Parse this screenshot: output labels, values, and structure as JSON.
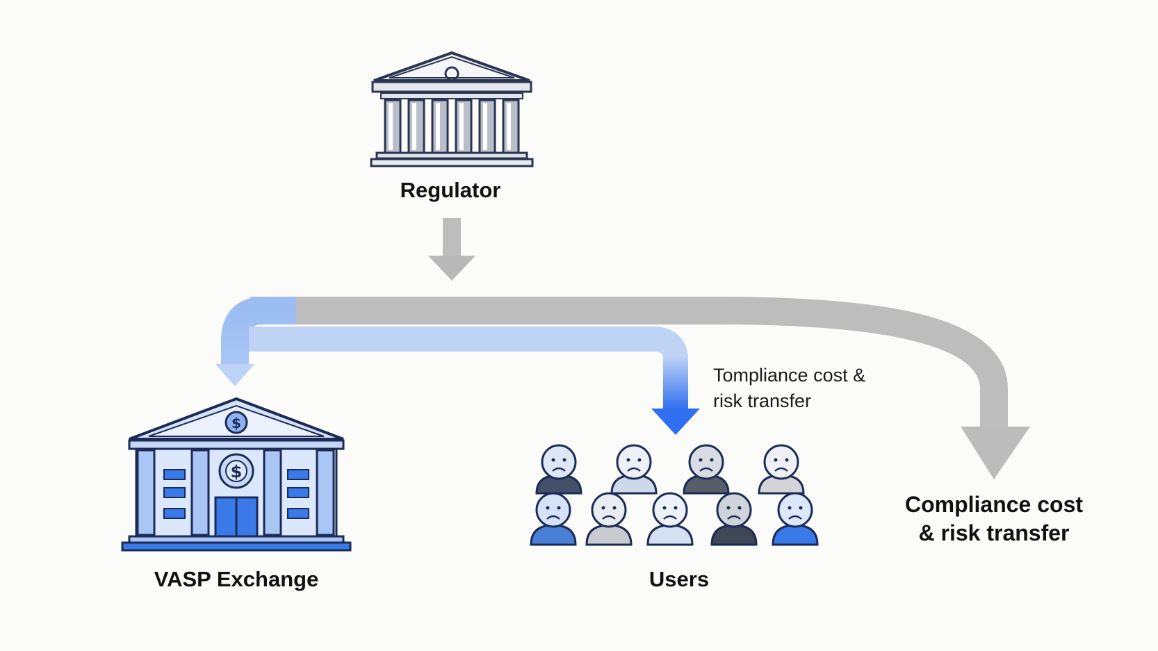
{
  "nodes": {
    "regulator": {
      "label": "Regulator"
    },
    "vasp": {
      "label": "VASP Exchange"
    },
    "users": {
      "label": "Users"
    },
    "final": {
      "label": "Compliance cost & risk transfer"
    }
  },
  "annotation": {
    "text_line1": "Tompliance cost &",
    "text_line2": "risk transfer"
  },
  "colors": {
    "blue": "#3a7ae8",
    "light_blue": "#a9c6f4",
    "gray": "#bdbdbd",
    "navy": "#1b2b55"
  },
  "icons": {
    "regulator": "bank-building-icon",
    "vasp": "exchange-bank-icon",
    "users": "sad-person-icon"
  }
}
